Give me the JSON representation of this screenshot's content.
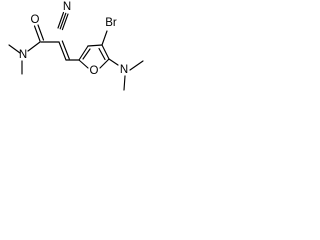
{
  "structure": {
    "atoms": {
      "cyano_n": "N",
      "carbonyl_o": "O",
      "amide_n": "N",
      "furan_o": "O",
      "bromine": "Br",
      "amine_n": "N"
    },
    "colors": {
      "bond": "#000000",
      "label": "#000000",
      "background": "#ffffff"
    }
  }
}
